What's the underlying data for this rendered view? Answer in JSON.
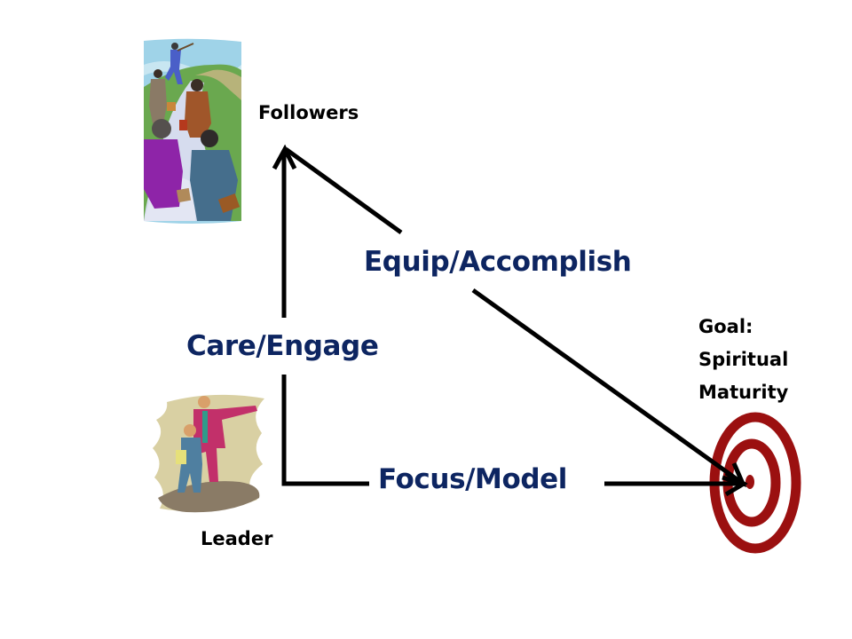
{
  "diagram": {
    "nodes": {
      "followers": {
        "label": "Followers",
        "icon": "followers-walking-clipart"
      },
      "leader": {
        "label": "Leader",
        "icon": "leader-pointing-clipart"
      },
      "goal": {
        "lines": [
          "Goal:",
          "Spiritual",
          "Maturity"
        ],
        "icon": "bullseye-target-icon"
      }
    },
    "edges": [
      {
        "from": "leader",
        "to": "followers",
        "label": "Care/Engage"
      },
      {
        "from": "followers",
        "to": "goal",
        "label": "Equip/Accomplish"
      },
      {
        "from": "leader",
        "to": "goal",
        "label": "Focus/Model"
      }
    ],
    "colors": {
      "edge_label": "#0d2561",
      "node_label": "#000000",
      "arrow": "#000000",
      "target_red": "#9b1010",
      "background": "#ffffff"
    }
  }
}
